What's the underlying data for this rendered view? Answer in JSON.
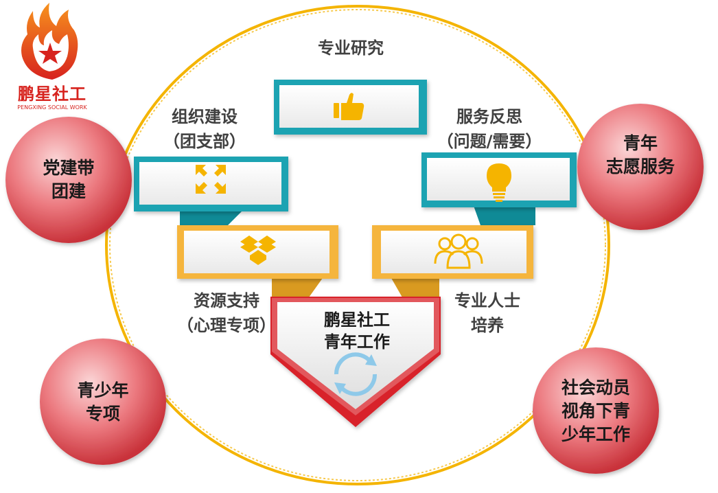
{
  "logo": {
    "title": "鹏星社工",
    "subtitle": "PENGXING SOCIAL WORK"
  },
  "top_label": "专业研究",
  "left_top": {
    "line1": "组织建设",
    "line2": "（团支部）"
  },
  "right_top": {
    "line1": "服务反思",
    "line2": "（问题/需要）"
  },
  "left_bottom": {
    "line1": "资源支持",
    "line2": "（心理专项）"
  },
  "right_bottom": {
    "line1": "专业人士",
    "line2": "培养"
  },
  "center": {
    "line1": "鹏星社工",
    "line2": "青年工作"
  },
  "bubbles": {
    "top_left": {
      "line1": "党建带",
      "line2": "团建"
    },
    "top_right": {
      "line1": "青年",
      "line2": "志愿服务"
    },
    "bottom_left": {
      "line1": "青少年",
      "line2": "专项"
    },
    "bottom_right": {
      "line1": "社会动员",
      "line2": "视角下青",
      "line3": "少年工作"
    }
  },
  "icons": [
    "thumbs-up-icon",
    "expand-arrows-icon",
    "lightbulb-icon",
    "dropbox-icon",
    "people-icon",
    "refresh-icon"
  ],
  "colors": {
    "teal": "#1aa3b2",
    "gold": "#f5b53c",
    "red": "#d8222b",
    "bubble": "#e8686f",
    "ring": "#f4b400"
  }
}
